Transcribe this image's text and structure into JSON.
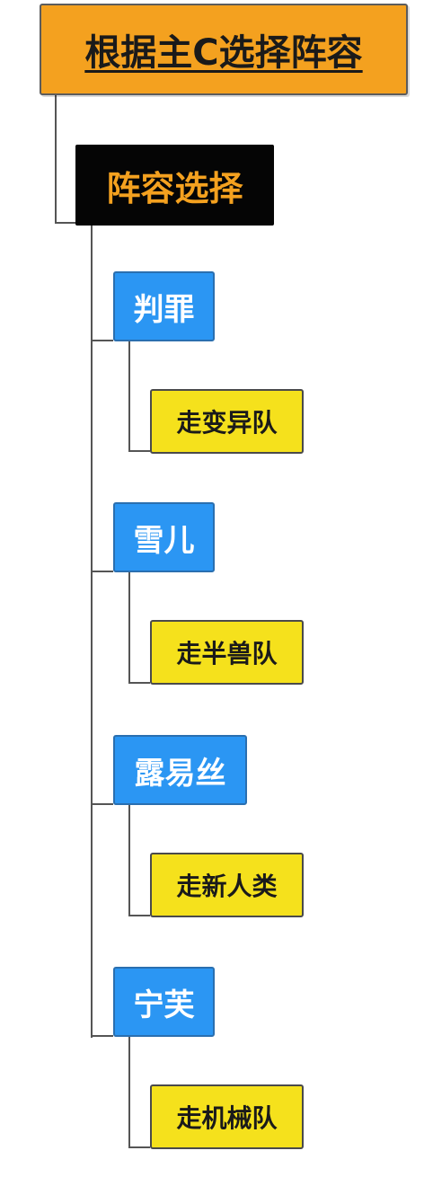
{
  "root": {
    "label": "根据主C选择阵容"
  },
  "level1": {
    "label": "阵容选择"
  },
  "branches": [
    {
      "character": "判罪",
      "team": "走变异队"
    },
    {
      "character": "雪儿",
      "team": "走半兽队"
    },
    {
      "character": "露易丝",
      "team": "走新人类"
    },
    {
      "character": "宁芙",
      "team": "走机械队"
    }
  ],
  "colors": {
    "root_fill": "#f4a11f",
    "level1_fill": "#050505",
    "level1_text": "#f4a11f",
    "character_fill": "#2b96f3",
    "team_fill": "#f5e11c",
    "connector": "#555555"
  }
}
